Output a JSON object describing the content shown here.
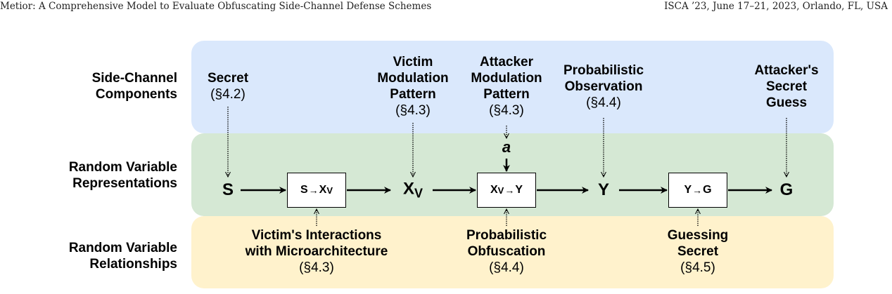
{
  "header": {
    "left": "Metior: A Comprehensive Model to Evaluate Obfuscating Side-Channel Defense Schemes",
    "right": "ISCA ’23, June 17–21, 2023, Orlando, FL, USA"
  },
  "colors": {
    "components_band": "#dae8fc",
    "representations_band": "#d5e8d4",
    "relationships_band": "#fff2cc"
  },
  "rows": {
    "components": [
      "Side-Channel",
      "Components"
    ],
    "representations": [
      "Random Variable",
      "Representations"
    ],
    "relationships": [
      "Random Variable",
      "Relationships"
    ]
  },
  "components": [
    {
      "title": [
        "Secret"
      ],
      "section": "(§4.2)"
    },
    {
      "title": [
        "Victim",
        "Modulation",
        "Pattern"
      ],
      "section": "(§4.3)"
    },
    {
      "title": [
        "Attacker",
        "Modulation",
        "Pattern"
      ],
      "section": "(§4.3)"
    },
    {
      "title": [
        "Probabilistic",
        "Observation"
      ],
      "section": "(§4.4)"
    },
    {
      "title": [
        "Attacker's",
        "Secret",
        "Guess"
      ],
      "section": ""
    }
  ],
  "variables": {
    "s": "S",
    "xv": "X",
    "xv_sub": "V",
    "y": "Y",
    "g": "G",
    "a": "a"
  },
  "boxes": [
    {
      "from": "S",
      "arrow": "→",
      "to": "X",
      "to_sub": "V"
    },
    {
      "from": "X",
      "from_sub": "V",
      "arrow": "→",
      "to": "Y"
    },
    {
      "from": "Y",
      "arrow": "→",
      "to": "G"
    }
  ],
  "relationships": [
    {
      "title": [
        "Victim's Interactions",
        "with Microarchitecture"
      ],
      "section": "(§4.3)"
    },
    {
      "title": [
        "Probabilistic",
        "Obfuscation"
      ],
      "section": "(§4.4)"
    },
    {
      "title": [
        "Guessing",
        "Secret"
      ],
      "section": "(§4.5)"
    }
  ]
}
